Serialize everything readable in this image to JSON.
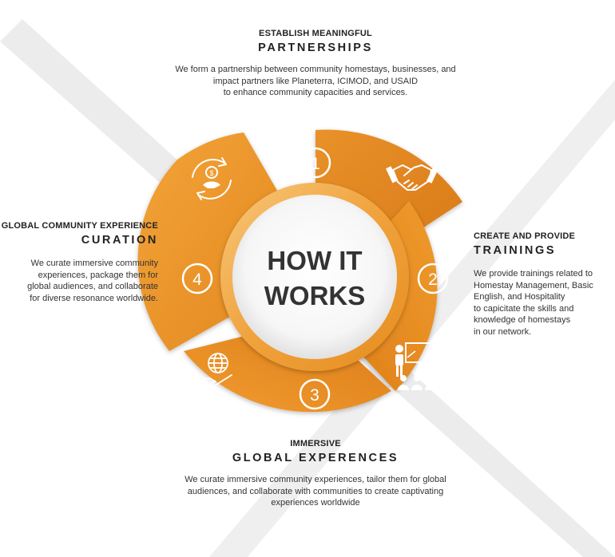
{
  "center": {
    "line1": "HOW IT",
    "line2": "WORKS"
  },
  "steps": [
    {
      "number": "1",
      "small_title": "ESTABLISH MEANINGFUL",
      "big_title": "PARTNERSHIPS",
      "description": [
        "We form a partnership between community homestays, businesses, and",
        "impact partners like Planeterra, ICIMOD, and USAID",
        "to enhance community capacities and services."
      ],
      "icon": "handshake-icon"
    },
    {
      "number": "2",
      "small_title": "CREATE AND PROVIDE",
      "big_title": "TRAININGS",
      "description": [
        "We provide trainings related to",
        "Homestay Management, Basic",
        "English, and Hospitality",
        "to capicitate the skills and",
        "knowledge of homestays",
        "in our network."
      ],
      "icon": "presentation-icon"
    },
    {
      "number": "3",
      "small_title": "IMMERSIVE",
      "big_title": "GLOBAL EXPERENCES",
      "description": [
        "We curate immersive community experiences, tailor them for global",
        "audiences, and collaborate with communities to create captivating",
        "experiences worldwide"
      ],
      "icon": "globe-in-hand-icon"
    },
    {
      "number": "4",
      "small_title": "GLOBAL COMMUNITY EXPERIENCE",
      "big_title": "CURATION",
      "description": [
        "We curate immersive community",
        "experiences, package them for",
        "global audiences, and collaborate",
        "for diverse resonance worldwide."
      ],
      "icon": "money-cycle-icon"
    }
  ],
  "colors": {
    "orange": "#ec9120",
    "orange_dark": "#d9771a",
    "orange_light": "#f2a43a",
    "white": "#ffffff",
    "text": "#333333"
  }
}
